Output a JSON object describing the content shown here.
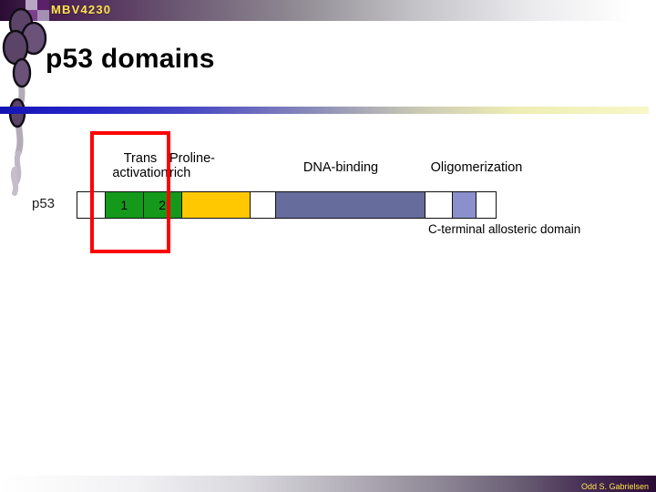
{
  "slide": {
    "header_code": "MBV4230",
    "title": "p53 domains",
    "footer_author": "Odd S. Gabrielsen"
  },
  "figure": {
    "protein_name": "p53",
    "c_terminal_note": "C-terminal allosteric domain",
    "domain_labels": {
      "transactivation": "Trans\nactivation",
      "proline_rich": "Proline-\n rich",
      "dna_binding": "DNA-binding",
      "oligomerization": "Oligomerization"
    },
    "segments": [
      {
        "name": "n-terminus-spacer",
        "label": "",
        "color": "#ffffff",
        "width": 30
      },
      {
        "name": "transactivation-1",
        "label": "1",
        "color": "#14991b",
        "width": 42
      },
      {
        "name": "transactivation-2",
        "label": "2",
        "color": "#14991b",
        "width": 42
      },
      {
        "name": "proline-rich",
        "label": "",
        "color": "#ffc800",
        "width": 76
      },
      {
        "name": "linker-spacer",
        "label": "",
        "color": "#ffffff",
        "width": 28
      },
      {
        "name": "dna-binding",
        "label": "",
        "color": "#666c9c",
        "width": 165
      },
      {
        "name": "post-dna-spacer",
        "label": "",
        "color": "#ffffff",
        "width": 30
      },
      {
        "name": "oligomerization",
        "label": "",
        "color": "#8b90cc",
        "width": 26
      },
      {
        "name": "c-terminal-spacer",
        "label": "",
        "color": "#ffffff",
        "width": 22
      }
    ],
    "annotation": {
      "type": "red-rectangle",
      "color": "#ff0000",
      "covers": "transactivation domain"
    }
  },
  "colors": {
    "header_gradient_start": "#2b0b33",
    "header_gradient_end": "#ffffff",
    "header_text": "#ffe34d",
    "divider_start": "#1414b4",
    "divider_end": "#f7f7c8",
    "green": "#14991b",
    "yellow": "#ffc800",
    "slate": "#666c9c",
    "lilac": "#8b90cc",
    "annotation_red": "#ff0000",
    "deco_purple": "#5b4468",
    "deco_purple_light": "#8d7a9b",
    "deco_gray": "#b3abb8"
  }
}
